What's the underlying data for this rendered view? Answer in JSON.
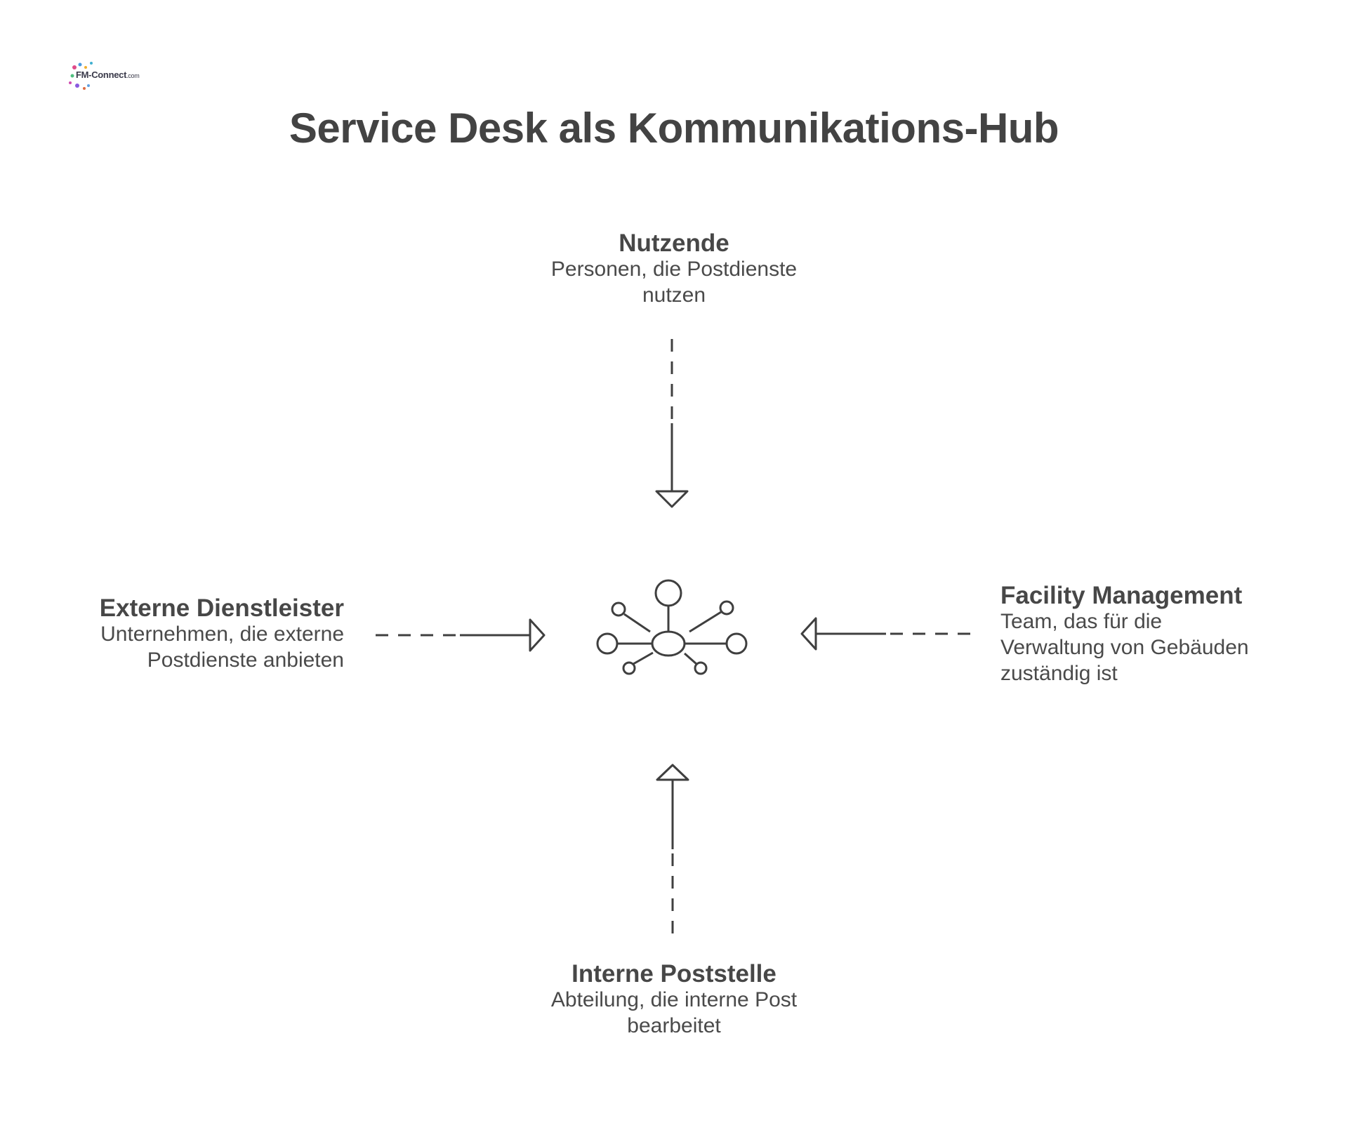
{
  "title": "Service Desk als Kommunikations-Hub",
  "logo": {
    "text": "FM-Connect",
    "suffix": ".com"
  },
  "nodes": {
    "top": {
      "title": "Nutzende",
      "desc_line1": "Personen, die Postdienste",
      "desc_line2": "nutzen"
    },
    "left": {
      "title": "Externe Dienstleister",
      "desc_line1": "Unternehmen, die externe",
      "desc_line2": "Postdienste anbieten"
    },
    "right": {
      "title": "Facility Management",
      "desc_line1": "Team, das für die",
      "desc_line2": "Verwaltung von Gebäuden",
      "desc_line3": "zuständig ist"
    },
    "bottom": {
      "title": "Interne Poststelle",
      "desc_line1": "Abteilung, die interne Post",
      "desc_line2": "bearbeitet"
    }
  },
  "hub_icon": "network-hub-icon",
  "colors": {
    "stroke": "#3f3f3f",
    "text": "#474747",
    "background": "#ffffff"
  }
}
